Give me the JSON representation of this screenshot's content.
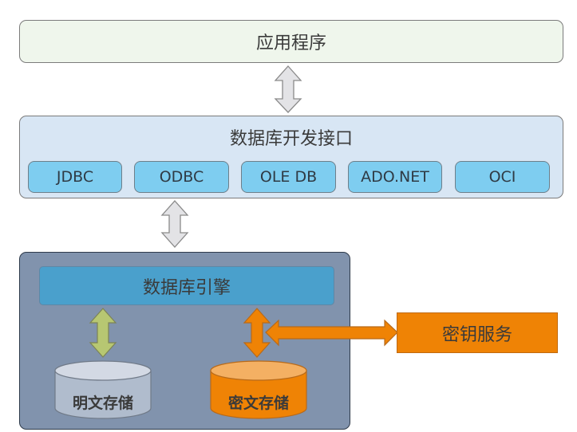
{
  "application": {
    "label": "应用程序"
  },
  "db_api": {
    "title": "数据库开发接口",
    "items": [
      "JDBC",
      "ODBC",
      "OLE DB",
      "ADO.NET",
      "OCI"
    ]
  },
  "db_engine": {
    "label": "数据库引擎"
  },
  "storage": {
    "plaintext": "明文存储",
    "ciphertext": "密文存储"
  },
  "key_service": {
    "label": "密钥服务"
  },
  "colors": {
    "app_bg": "#eff6ec",
    "api_bg": "#d8e6f4",
    "api_item_bg": "#7ecdf0",
    "engine_container_bg": "#8193ad",
    "engine_bar_bg": "#4aa0cc",
    "plaintext_arrow": "#b7c772",
    "cipher_orange": "#ef8305",
    "plain_db": "#b0bccd",
    "grey_arrow": "#e3e3e6"
  }
}
